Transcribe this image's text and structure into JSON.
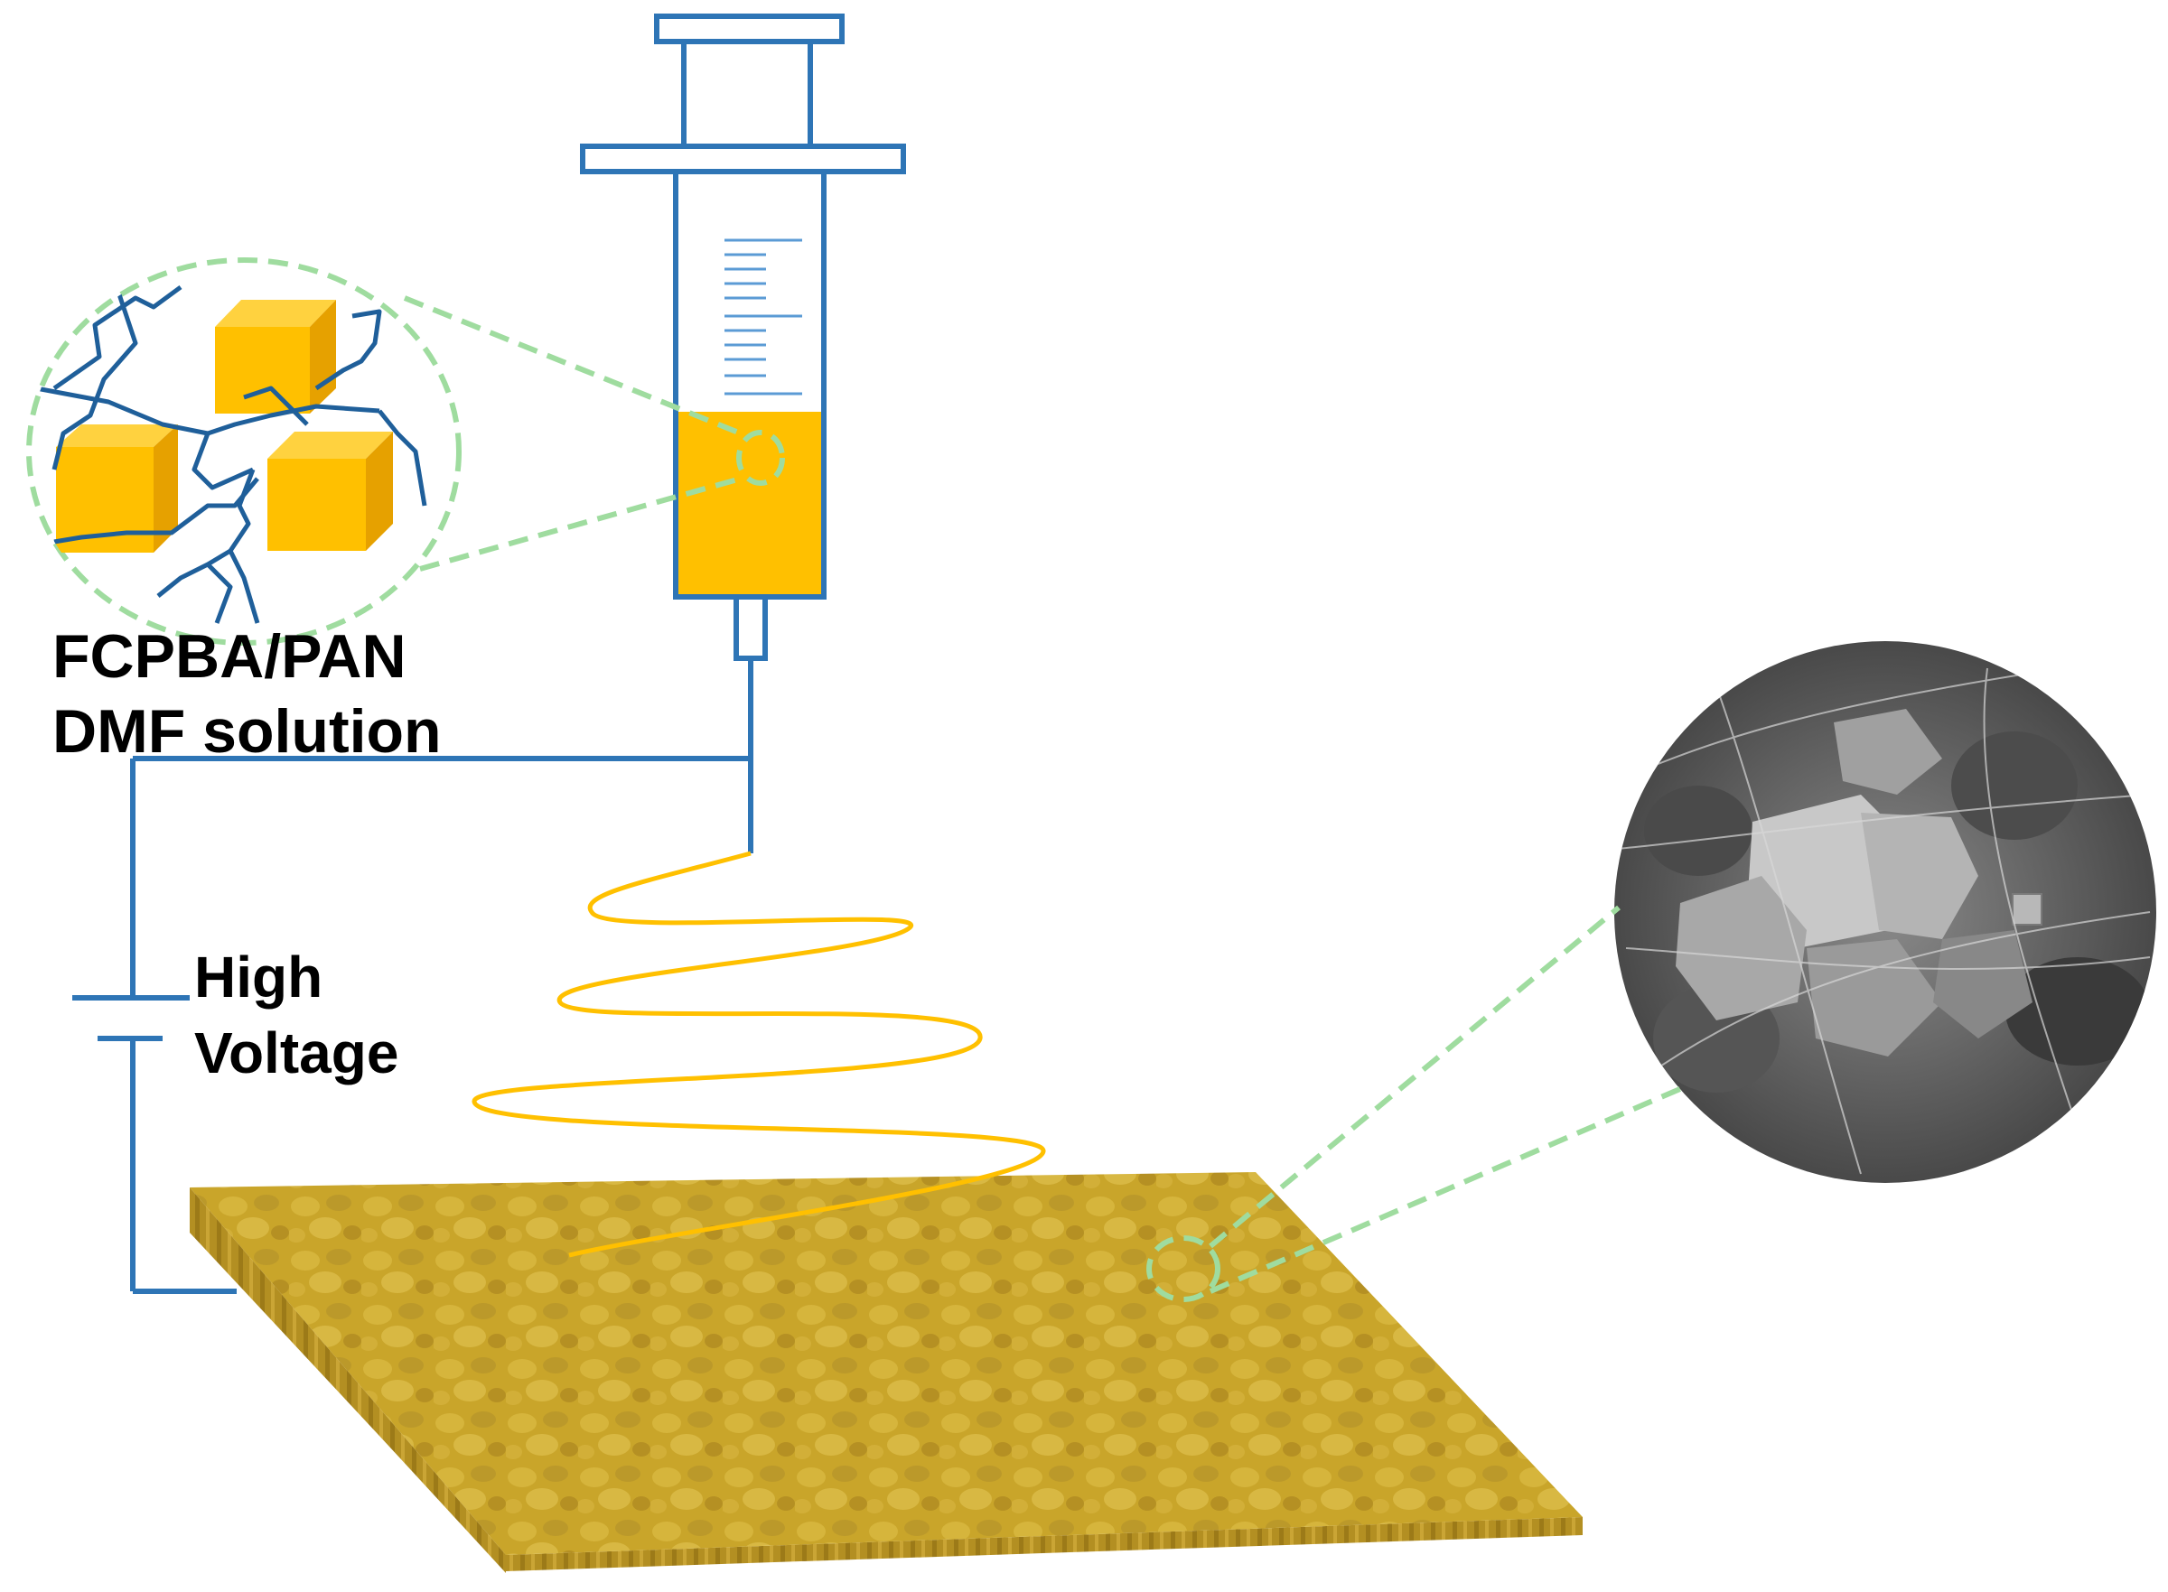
{
  "labels": {
    "solution_line1": "FCPBA/PAN",
    "solution_line2": "DMF solution",
    "voltage_line1": "High",
    "voltage_line2": "Voltage"
  },
  "colors": {
    "wire": "#2e75b6",
    "solution": "#ffc000",
    "cube_top": "#ffd23f",
    "cube_side": "#e6a100",
    "polymer": "#1f5f9a",
    "callout": "#9fdc9f",
    "graduation": "#5b9bd5",
    "mat": "#c9a52a",
    "mat_edge": "#a5841a",
    "sem_bg": "#5a5a5a"
  },
  "icons": {
    "syringe": "syringe-icon",
    "battery": "battery-symbol-icon",
    "collector": "collector-mat",
    "sem": "sem-image-icon"
  }
}
